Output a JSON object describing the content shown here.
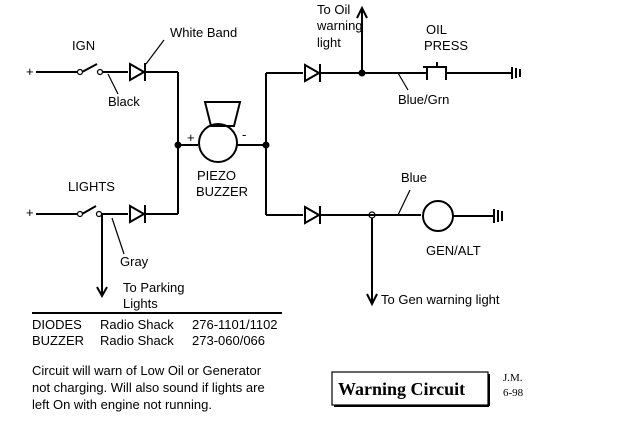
{
  "labels": {
    "to_oil_1": "To Oil",
    "to_oil_2": "warning",
    "to_oil_3": "light",
    "oil_1": "OIL",
    "oil_2": "PRESS",
    "ign": "IGN",
    "white_band": "White Band",
    "black": "Black",
    "blue_grn": "Blue/Grn",
    "piezo_1": "PIEZO",
    "piezo_2": "BUZZER",
    "plus": "+",
    "minus": "-",
    "lights": "LIGHTS",
    "gray": "Gray",
    "blue": "Blue",
    "gen_alt": "GEN/ALT",
    "to_parking_1": "To Parking",
    "to_parking_2": "Lights",
    "to_gen": "To Gen warning light",
    "ign_plus": "+",
    "lights_plus": "+"
  },
  "parts_table": [
    {
      "part": "DIODES",
      "vendor": "Radio Shack",
      "number": "276-1101/1102"
    },
    {
      "part": "BUZZER",
      "vendor": "Radio Shack",
      "number": "273-060/066"
    }
  ],
  "notes": [
    "Circuit will warn of Low Oil or Generator",
    "not charging.  Will also sound if lights are",
    "left On with engine not running."
  ],
  "title": "Warning Circuit",
  "initials": "J.M.",
  "date": "6-98"
}
